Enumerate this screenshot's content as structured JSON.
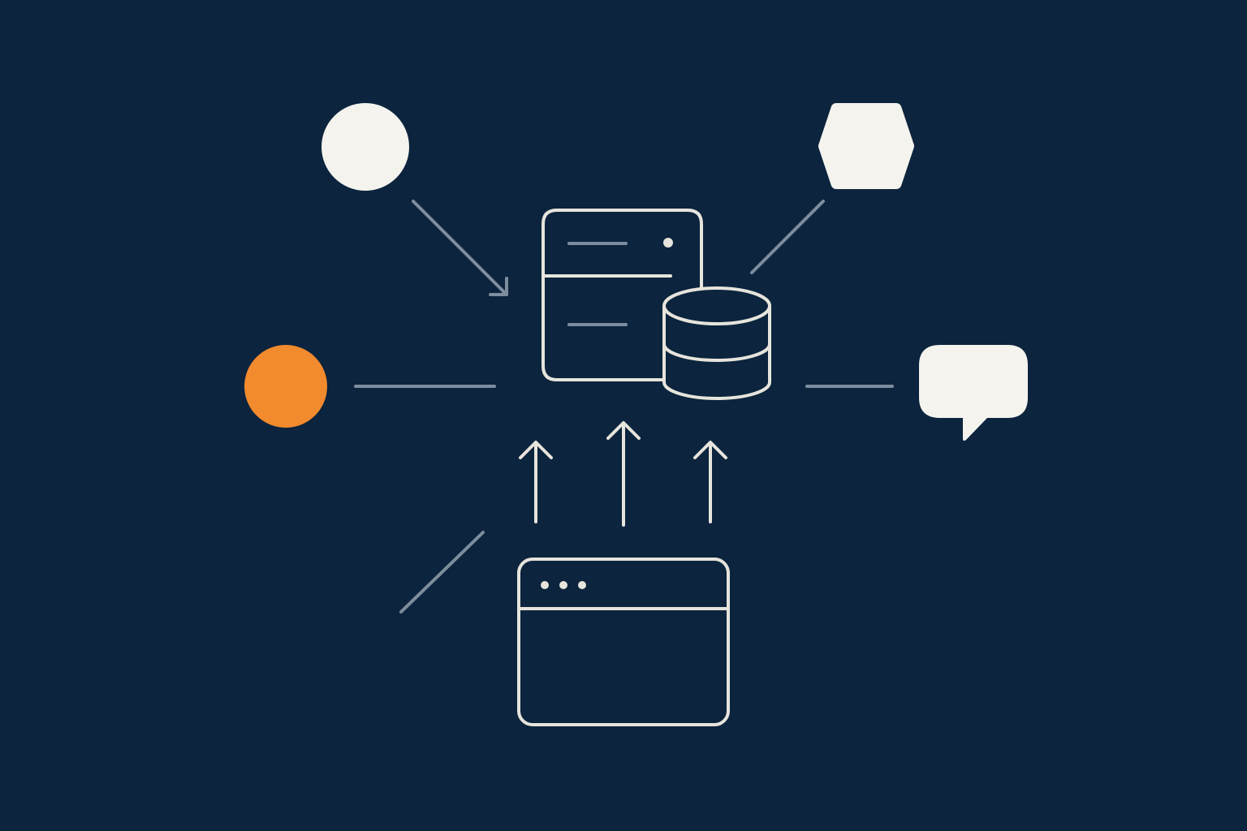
{
  "colors": {
    "background": "#0c243d",
    "stroke": "#e6e4dc",
    "connector": "#7d8d9e",
    "node_fill": "#f4f3ee",
    "accent": "#f28a2e"
  },
  "nodes": {
    "top_left": {
      "shape": "circle",
      "icon": "circle-node-icon"
    },
    "top_right": {
      "shape": "hexagon",
      "icon": "hexagon-node-icon"
    },
    "left": {
      "shape": "circle",
      "icon": "accent-circle-icon"
    },
    "right": {
      "shape": "speech-bubble",
      "icon": "chat-bubble-icon"
    },
    "center": {
      "shape": "server-with-database",
      "icon": "server-database-icon"
    },
    "bottom": {
      "shape": "browser-window",
      "icon": "browser-window-icon"
    }
  },
  "connections": [
    {
      "from": "top_left",
      "to": "center",
      "arrow": true
    },
    {
      "from": "top_right",
      "to": "center",
      "arrow": false
    },
    {
      "from": "left",
      "to": "center",
      "arrow": false
    },
    {
      "from": "right",
      "to": "center",
      "arrow": false
    },
    {
      "from": "bottom",
      "to": "center",
      "arrow": true,
      "count": 3
    },
    {
      "from": "bottom-left",
      "to": "center",
      "arrow": false
    }
  ]
}
